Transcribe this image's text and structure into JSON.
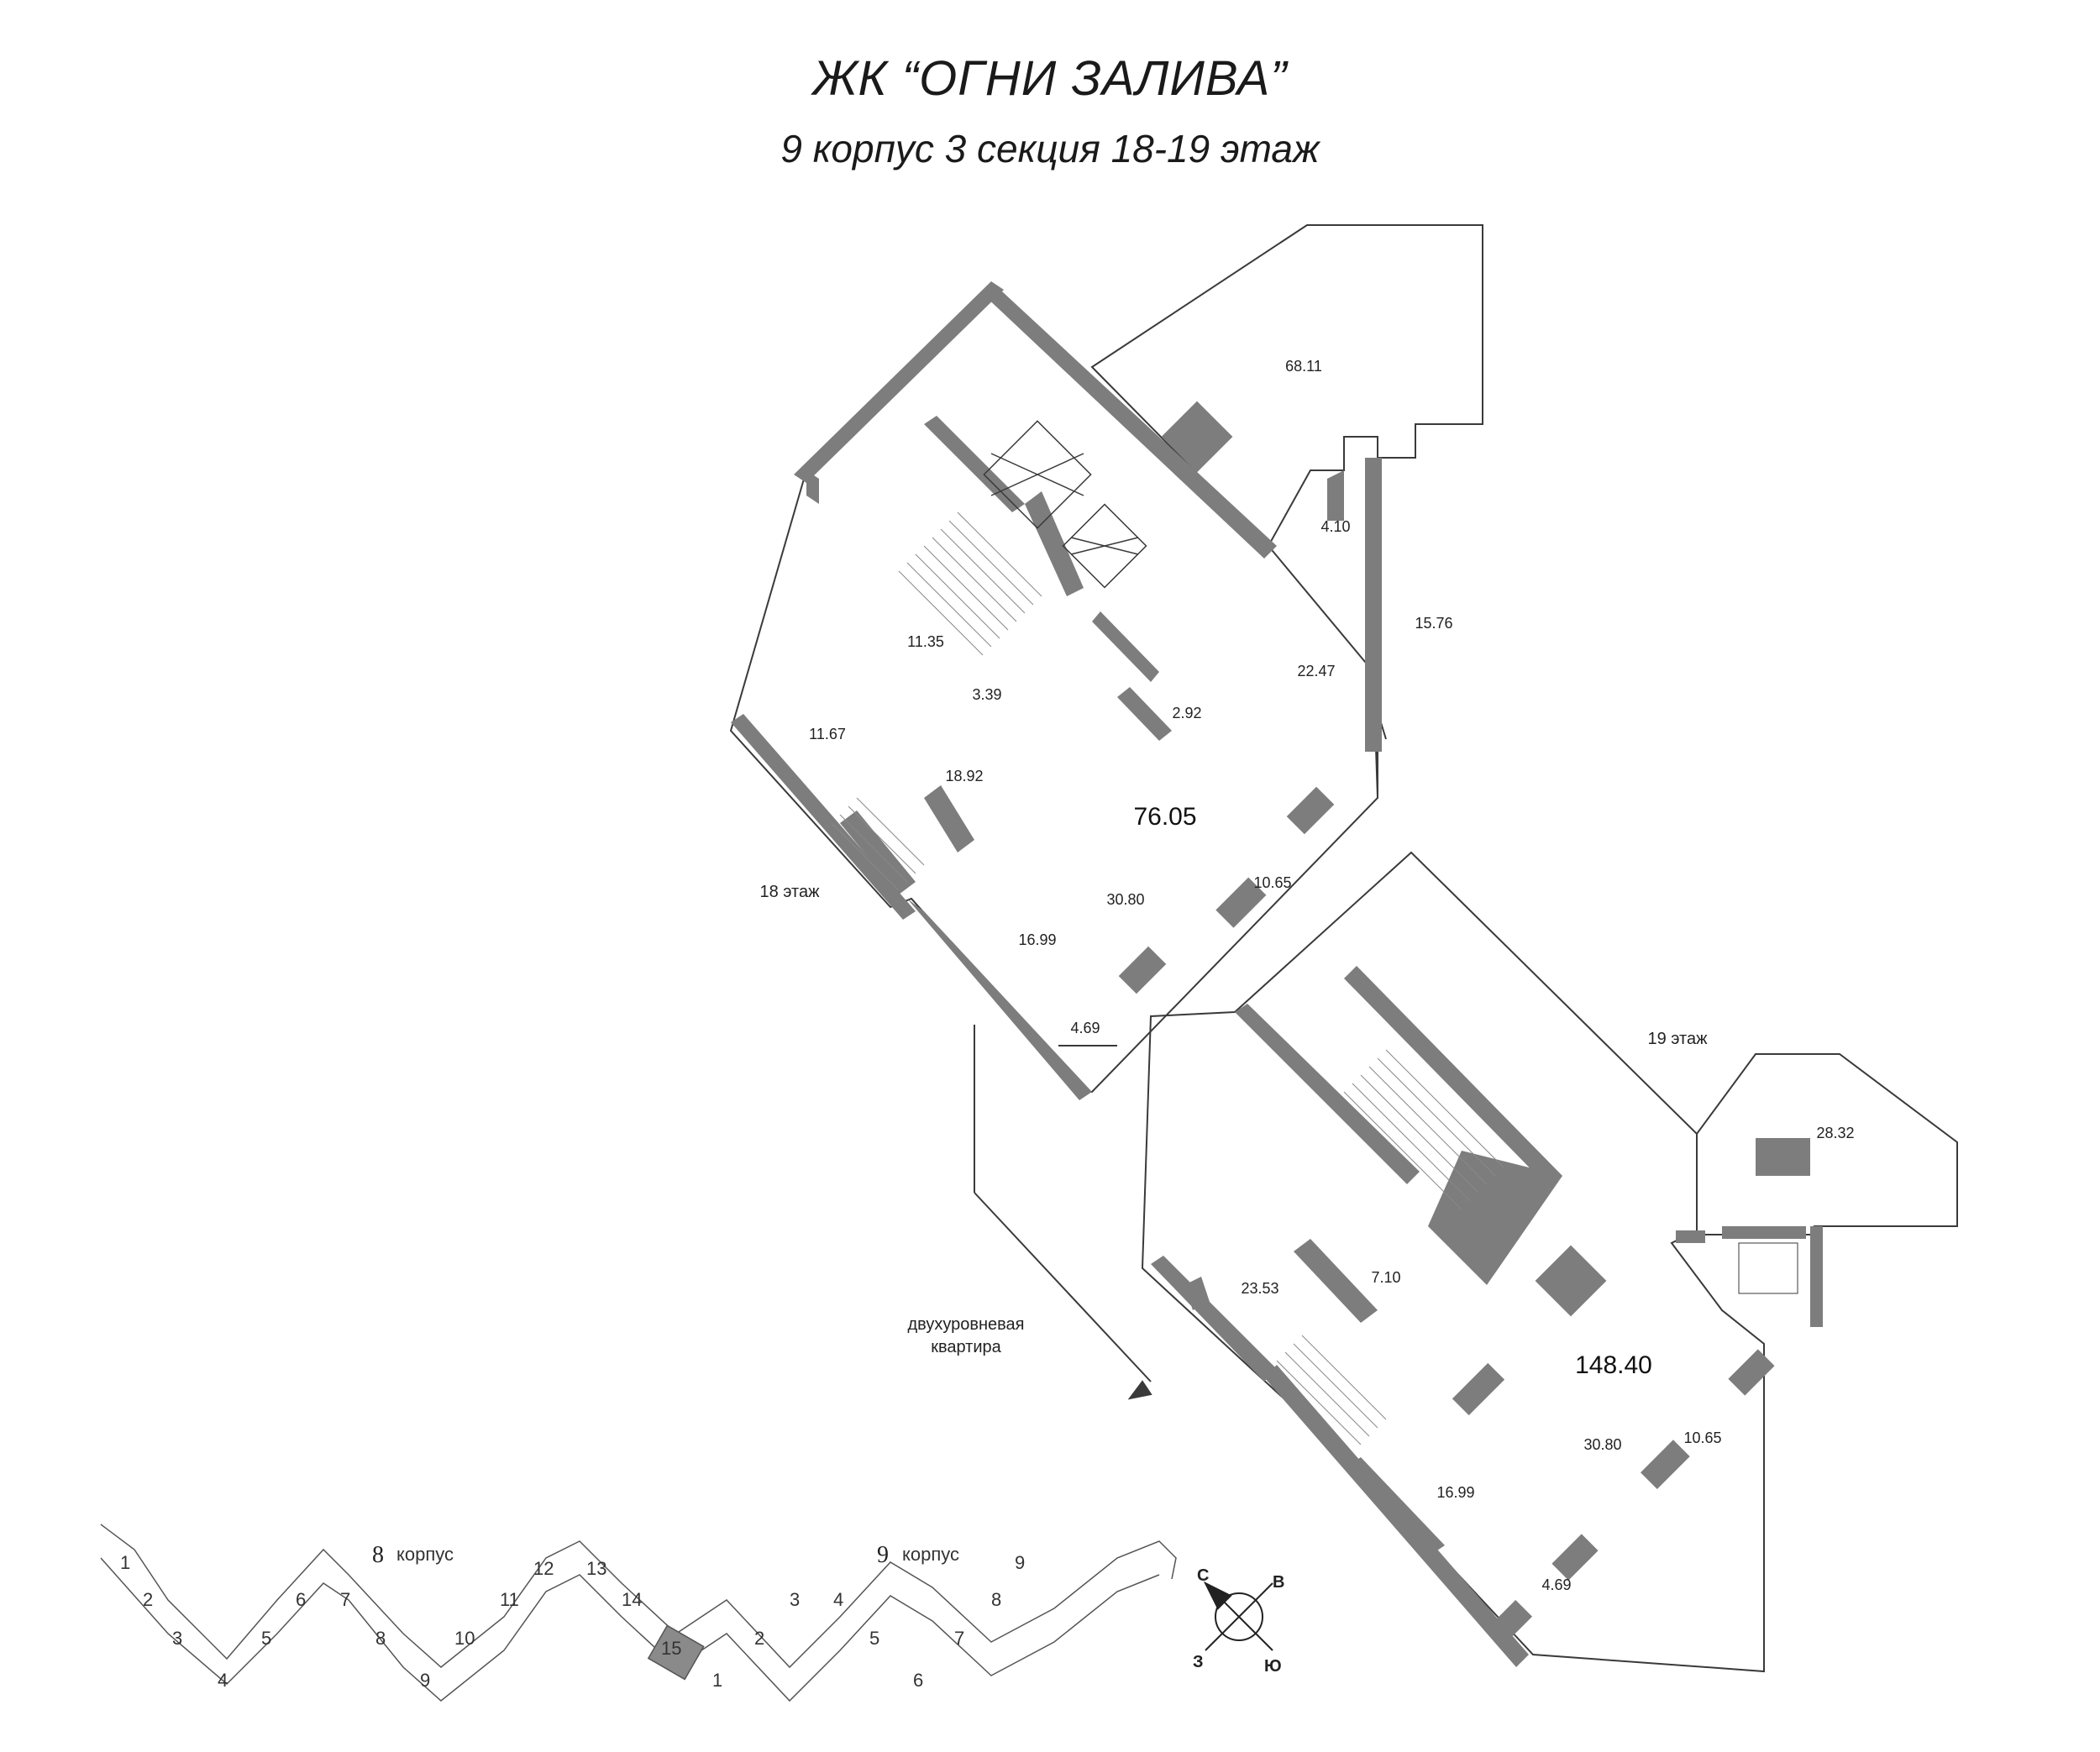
{
  "title": "ЖК “ОГНИ ЗАЛИВА”",
  "subtitle": "9 корпус 3 секция 18-19 этаж",
  "floors": {
    "floor18_label": "18 этаж",
    "floor19_label": "19 этаж",
    "duplex_label_line1": "двухуровневая",
    "duplex_label_line2": "квартира"
  },
  "floor18_areas": {
    "terrace": "68.11",
    "bath_a": "4.10",
    "room_a": "15.76",
    "kitchen": "11.35",
    "room_b": "22.47",
    "bath_b": "3.39",
    "bath_c": "2.92",
    "room_c": "11.67",
    "hall": "18.92",
    "total": "76.05",
    "living": "30.80",
    "balcony_a": "10.65",
    "room_d": "16.99",
    "balcony_b": "4.69"
  },
  "floor19_areas": {
    "terrace": "28.32",
    "room_a": "23.53",
    "bath": "7.10",
    "total": "148.40",
    "living": "30.80",
    "balcony_a": "10.65",
    "room_b": "16.99",
    "balcony_b": "4.69"
  },
  "key_plan": {
    "building8_label": "8",
    "building8_word": "корпус",
    "building9_label": "9",
    "building9_word": "корпус",
    "sections_8": [
      "1",
      "2",
      "3",
      "4",
      "5",
      "6",
      "7",
      "8",
      "9",
      "10",
      "11",
      "12",
      "13",
      "14",
      "15"
    ],
    "sections_9": [
      "1",
      "2",
      "3",
      "4",
      "5",
      "6",
      "7",
      "8",
      "9"
    ],
    "highlight_color": "#8a8a8a"
  },
  "compass": {
    "north": "С",
    "east": "В",
    "south": "Ю",
    "west": "З"
  },
  "colors": {
    "wall": "#7d7d7d",
    "line": "#3a3a3a",
    "highlight": "#8a8a8a"
  }
}
